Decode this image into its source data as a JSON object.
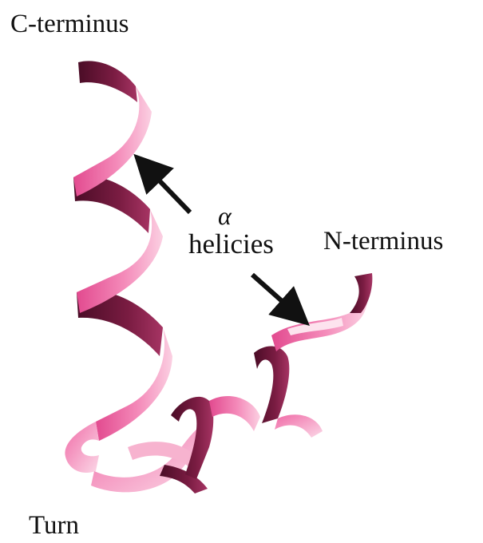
{
  "labels": {
    "c_terminus": "C-terminus",
    "n_terminus": "N-terminus",
    "turn": "Turn",
    "alpha": "α",
    "helices": "helicies"
  },
  "colors": {
    "ribbon_front": "#f06aa6",
    "ribbon_highlight": "#fbd0e2",
    "ribbon_back": "#7a1c42",
    "ribbon_back_dark": "#4a0c26",
    "arrow": "#111111",
    "text": "#111111",
    "background": "#ffffff"
  }
}
